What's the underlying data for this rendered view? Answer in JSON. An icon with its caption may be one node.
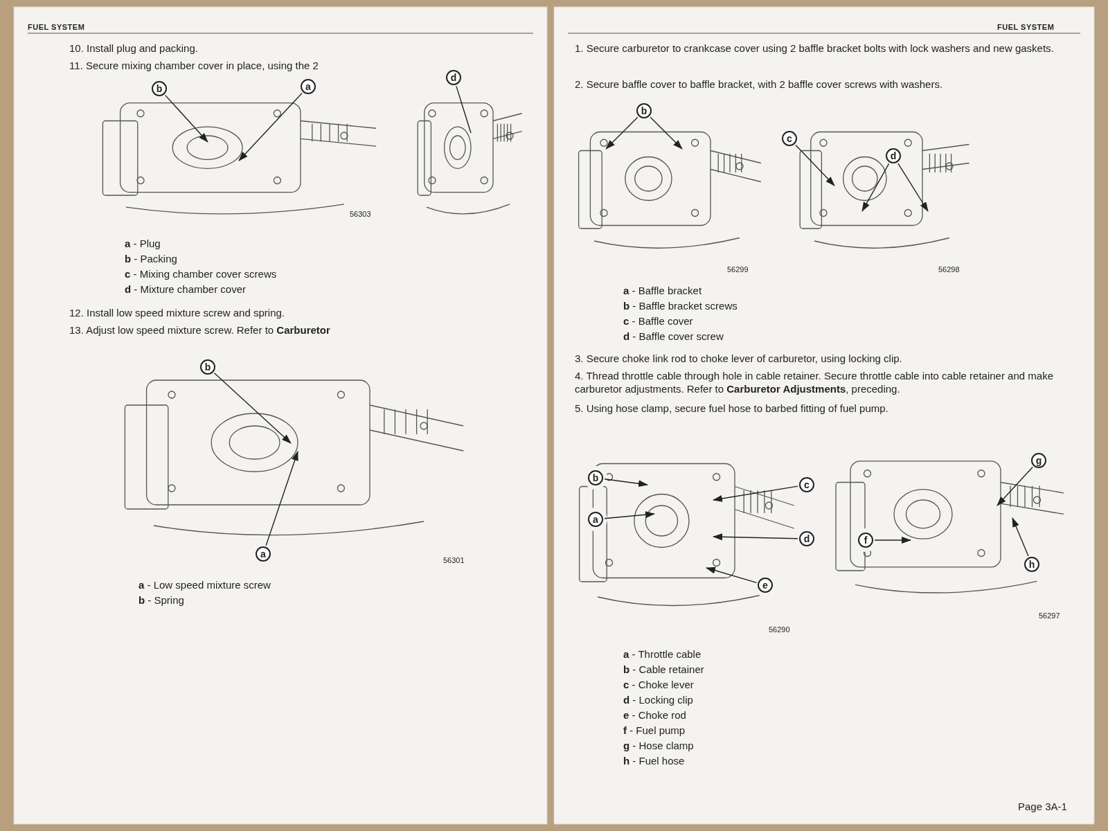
{
  "diagram": {
    "nodes": [
      {
        "text": [
          "b"
        ]
      },
      {
        "text": [
          "a"
        ]
      },
      {
        "text": [
          "d"
        ]
      },
      {
        "text": [
          "b"
        ]
      },
      {
        "text": [
          "a"
        ]
      },
      {
        "text": [
          "b"
        ]
      },
      {
        "text": [
          "c"
        ]
      },
      {
        "text": [
          "d"
        ]
      },
      {
        "text": [
          "b"
        ]
      },
      {
        "text": [
          "a"
        ]
      },
      {
        "text": [
          "c"
        ]
      },
      {
        "text": [
          "d"
        ]
      },
      {
        "text": [
          "e"
        ]
      },
      {
        "text": [
          "g"
        ]
      },
      {
        "text": [
          "f"
        ]
      },
      {
        "text": [
          "h"
        ]
      }
    ],
    "edges": [
      {
        "from": 0,
        "to": null,
        "arrow": "to"
      },
      {
        "from": 1,
        "to": null,
        "arrow": "to"
      },
      {
        "from": 2,
        "to": null,
        "arrow": "none"
      },
      {
        "from": 3,
        "to": null,
        "arrow": "to"
      },
      {
        "from": 4,
        "to": null,
        "arrow": "to"
      },
      {
        "from": 5,
        "to": null,
        "arrow": "to"
      },
      {
        "from": 5,
        "to": null,
        "arrow": "to"
      },
      {
        "from": 6,
        "to": null,
        "arrow": "to"
      },
      {
        "from": 7,
        "to": null,
        "arrow": "to"
      },
      {
        "from": 7,
        "to": null,
        "arrow": "to"
      },
      {
        "from": 8,
        "to": null,
        "arrow": "to"
      },
      {
        "from": 9,
        "to": null,
        "arrow": "to"
      },
      {
        "from": 10,
        "to": null,
        "arrow": "to"
      },
      {
        "from": 11,
        "to": null,
        "arrow": "to"
      },
      {
        "from": 12,
        "to": null,
        "arrow": "to"
      },
      {
        "from": 13,
        "to": null,
        "arrow": "to"
      },
      {
        "from": 14,
        "to": null,
        "arrow": "to"
      },
      {
        "from": 15,
        "to": null,
        "arrow": "to"
      }
    ],
    "labels": [
      "FUEL SYSTEM",
      "10. Install plug and packing.",
      "11. Secure mixing chamber cover in place, using the 2",
      "56303",
      "**a** - Plug",
      "**b** - Packing",
      "**c** - Mixing chamber cover screws",
      "**d** - Mixture chamber cover",
      "12. Install low speed mixture screw and spring.",
      "13. Adjust low speed mixture screw. Refer to **Carburetor**",
      "56301",
      "**a** - Low speed mixture screw",
      "**b** - Spring",
      "FUEL SYSTEM",
      "1. Secure carburetor to crankcase cover using 2 baffle bracket bolts with lock washers and new gaskets.",
      "2. Secure baffle cover to baffle bracket, with 2 baffle cover screws with washers.",
      "56299",
      "56298",
      "**a** - Baffle bracket",
      "**b** - Baffle bracket screws",
      "**c** - Baffle cover",
      "**d** - Baffle cover screw",
      "3. Secure choke link rod to choke lever of carburetor, using locking clip.",
      "4. Thread throttle cable through hole in cable retainer. Secure throttle cable into cable retainer and make carburetor adjustments. Refer to **Carburetor Adjustments**, preceding.",
      "5. Using hose clamp, secure fuel hose to barbed fitting of fuel pump.",
      "56290",
      "56297",
      "**a** - Throttle cable",
      "**b** - Cable retainer",
      "**c** - Choke lever",
      "**d** - Locking clip",
      "**e** - Choke rod",
      "**f** - Fuel pump",
      "**g** - Hose clamp",
      "**h** - Fuel hose",
      "Page 3A-1"
    ]
  }
}
